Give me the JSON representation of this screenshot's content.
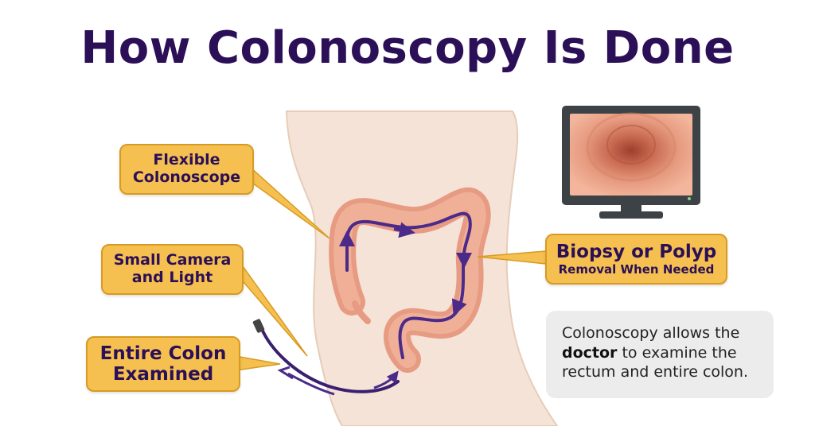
{
  "title": "How Colonoscopy Is Done",
  "callouts": {
    "scope": {
      "line1": "Flexible",
      "line2": "Colonoscope"
    },
    "camera": {
      "line1": "Small Camera",
      "line2": "and Light"
    },
    "colon": {
      "line1": "Entire Colon",
      "line2": "Examined"
    },
    "biopsy": {
      "line1": "Biopsy or Polyp",
      "line2": "Removal When Needed"
    }
  },
  "note": {
    "before": "Colonoscopy allows the",
    "bold": "doctor",
    "after": "to examine the rectum and entire colon."
  },
  "icons": {
    "monitor": "monitor-icon",
    "colon": "colon-illustration",
    "scope": "colonoscope-illustration"
  },
  "colors": {
    "title": "#2b0f57",
    "callout_fill": "#f5c04f",
    "callout_border": "#d79b23",
    "scope_path": "#4b2a8a",
    "colon": "#e9a487",
    "body": "#f4e3d6",
    "note_bg": "#ececec"
  }
}
